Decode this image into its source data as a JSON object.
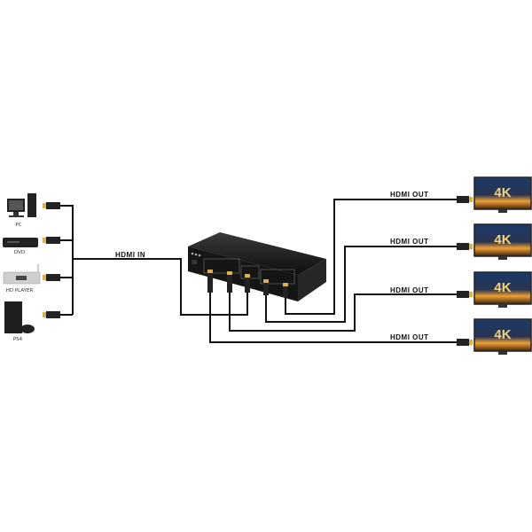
{
  "sources": [
    {
      "label": "PC"
    },
    {
      "label": "DVD"
    },
    {
      "label": "HD PLAYER"
    },
    {
      "label": "PS4"
    }
  ],
  "input_label": "HDMI IN",
  "outputs": [
    {
      "label": "HDMI OUT",
      "screen": "4K"
    },
    {
      "label": "HDMI OUT",
      "screen": "4K"
    },
    {
      "label": "HDMI OUT",
      "screen": "4K"
    },
    {
      "label": "HDMI OUT",
      "screen": "4K"
    }
  ],
  "colors": {
    "cable": "#111111",
    "connector_gold": "#d9b44a",
    "switch_body": "#1c1c1c",
    "screen_glow": "#f0a030"
  }
}
